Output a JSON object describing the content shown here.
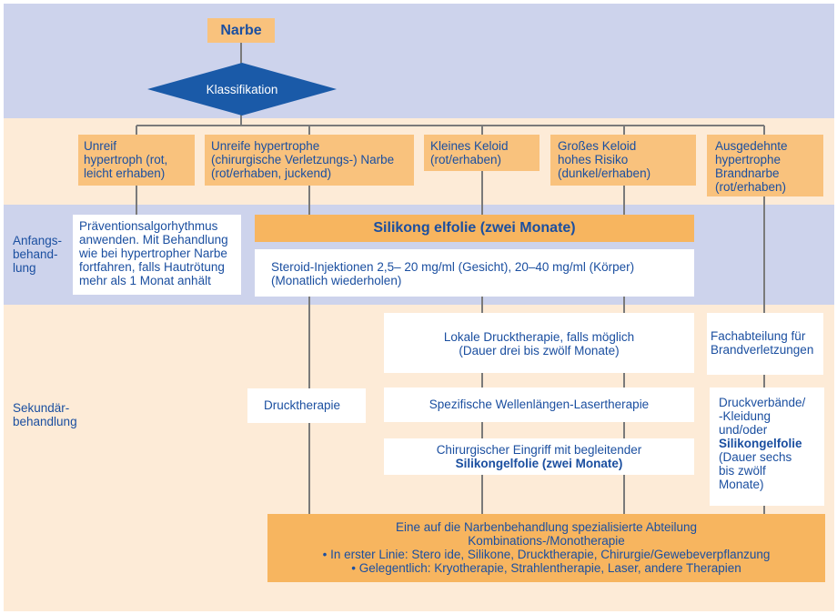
{
  "root": {
    "label": "Narbe"
  },
  "decision": {
    "label": "Klassifikation"
  },
  "categories": [
    {
      "label": "Unreif\nhypertroph (rot,\nleicht erhaben)"
    },
    {
      "label": "Unreife hypertrophe\n(chirurgische Verletzungs-) Narbe\n(rot/erhaben, juckend)"
    },
    {
      "label": "Kleines Keloid\n(rot/erhaben)"
    },
    {
      "label": "Großes Keloid\nhohes Risiko\n(dunkel/erhaben)"
    },
    {
      "label": "Ausgedehnte\nhypertrophe\nBrandnarbe\n(rot/erhaben)"
    }
  ],
  "phases": {
    "initial": "Anfangs-\nbehand-\nlung",
    "secondary": "Sekundär-\nbehandlung"
  },
  "initial": {
    "prevention": "Präventionsalgorhythmus\nanwenden. Mit Behandlung\nwie bei hypertropher Narbe\nfortfahren, falls Hautrötung\nmehr als 1 Monat anhält",
    "silicone": "Silikong elfolie (zwei Monate)",
    "steroid": "Steroid-Injektionen 2,5– 20 mg/ml (Gesicht), 20–40 mg/ml (Körper)\n(Monatlich wiederholen)"
  },
  "secondary": {
    "pressure_local": "Lokale Drucktherapie, falls möglich\n(Dauer drei bis zwölf Monate)",
    "laser": "Spezifische Wellenlängen-Lasertherapie",
    "surgery_line1": "Chirurgischer Eingriff mit begleitender",
    "surgery_line2": "Silikongelfolie (zwei Monate)",
    "pressure": "Drucktherapie",
    "burn_unit": "Fachabteilung für\nBrandverletzungen",
    "dressing_line1": "Druckverbände/\n-Kleidung\nund/oder",
    "dressing_line2": "Silikongelfolie",
    "dressing_line3": "(Dauer sechs\nbis zwölf\nMonate)"
  },
  "final": {
    "line1": "Eine auf die Narbenbehandlung spezialisierte Abteilung",
    "line2": "Kombinations-/Monotherapie",
    "line3": "• In erster Linie: Stero ide, Silikone, Drucktherapie, Chirurgie/Gewebeverpflanzung",
    "line4": "• Gelegentlich: Kryotherapie, Strahlentherapie, Laser, andere Therapien"
  },
  "colors": {
    "blue_band": "#cdd3ec",
    "peach_band": "#fdebd7",
    "orange": "#f9c27d",
    "text": "#1b4fa0",
    "diamond": "#1a5aa8"
  }
}
